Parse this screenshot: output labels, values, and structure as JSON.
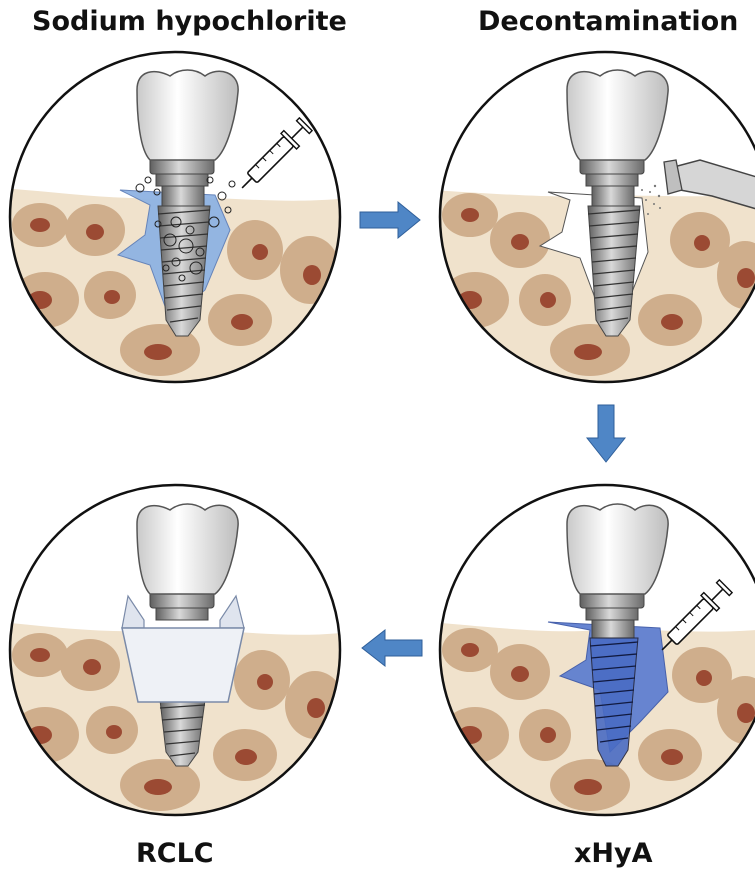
{
  "steps": [
    {
      "id": "step-1",
      "label": "Sodium hypochlorite",
      "treatment": "bubbles"
    },
    {
      "id": "step-2",
      "label": "Decontamination",
      "treatment": "spray"
    },
    {
      "id": "step-3",
      "label": "xHyA",
      "treatment": "gel"
    },
    {
      "id": "step-4",
      "label": "RCLC",
      "treatment": "membrane"
    }
  ],
  "arrows": [
    "right",
    "down",
    "left"
  ],
  "colors": {
    "bone": "#f0e2cc",
    "trabecula": "#cfae8c",
    "marrow": "#9b4a33",
    "solution": "#8fb3e3",
    "gel": "#5f7fd0",
    "membrane": "#eef1f6",
    "arrow": "#4f86c6",
    "crown": "#f2f2f2",
    "implant": "#9a9a9a"
  }
}
